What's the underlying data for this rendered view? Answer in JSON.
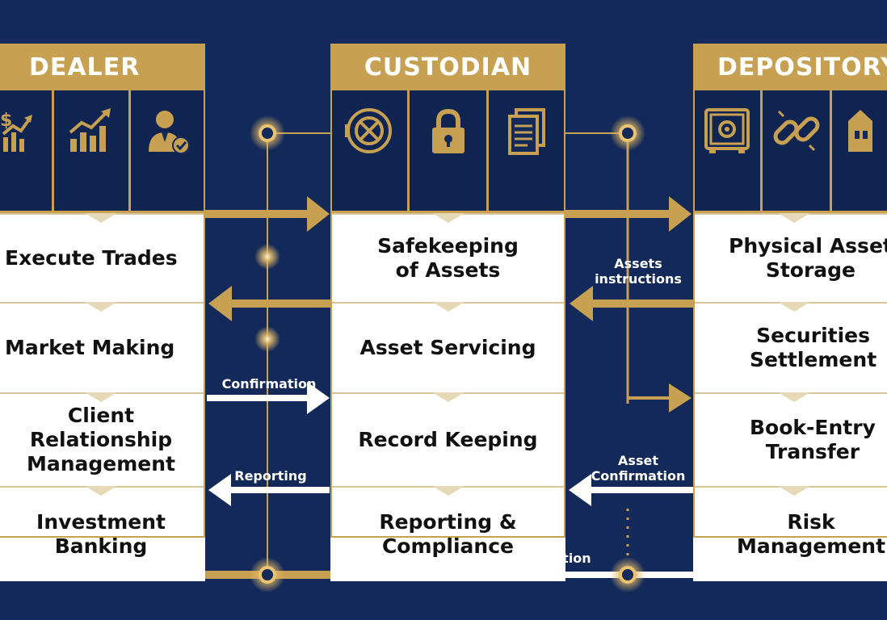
{
  "columns": [
    {
      "id": "dealer",
      "title": "DEALER",
      "icons": [
        "dollar-chart-icon",
        "growth-chart-icon",
        "businessman-check-icon"
      ],
      "functions": [
        "Execute Trades",
        "Market Making",
        "Client\nRelationship\nManagement",
        "Investment\nBanking"
      ]
    },
    {
      "id": "custodian",
      "title": "CUSTODIAN",
      "icons": [
        "vault-icon",
        "padlock-icon",
        "documents-icon"
      ],
      "functions": [
        "Safekeeping\nof Assets",
        "Asset Servicing",
        "Record Keeping",
        "Reporting &\nCompliance"
      ]
    },
    {
      "id": "depository",
      "title": "DEPOSITORY",
      "icons": [
        "safe-icon",
        "chain-link-icon",
        "building-icon"
      ],
      "functions": [
        "Physical Asset\nStorage",
        "Securities\nSettlement",
        "Book-Entry\nTransfer",
        "Risk\nManagement"
      ]
    }
  ],
  "flows": {
    "confirmation": "Confirmation",
    "reporting": "Reporting",
    "assets_instructions": "Assets\ninstructions",
    "asset_confirmation": "Asset\nConfirmation",
    "verification": "Verification"
  },
  "colors": {
    "background": "#12295a",
    "gold": "#c7a052",
    "white": "#ffffff"
  }
}
